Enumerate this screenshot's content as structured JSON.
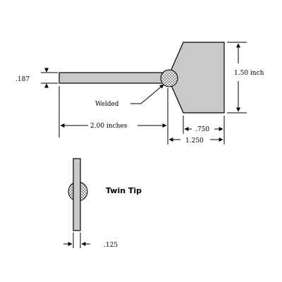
{
  "labels": {
    "thickness_top": ".187",
    "height_right": "1.50 inch",
    "weld": "Welded",
    "shaft_length": "2.00 inches",
    "tip_depth": ".750",
    "tip_total": "1.250",
    "twin_tip": "Twin Tip",
    "thickness_bottom": ".125"
  },
  "colors": {
    "part_fill": "#c9c9c9",
    "outline": "#000000",
    "background": "#ffffff"
  }
}
